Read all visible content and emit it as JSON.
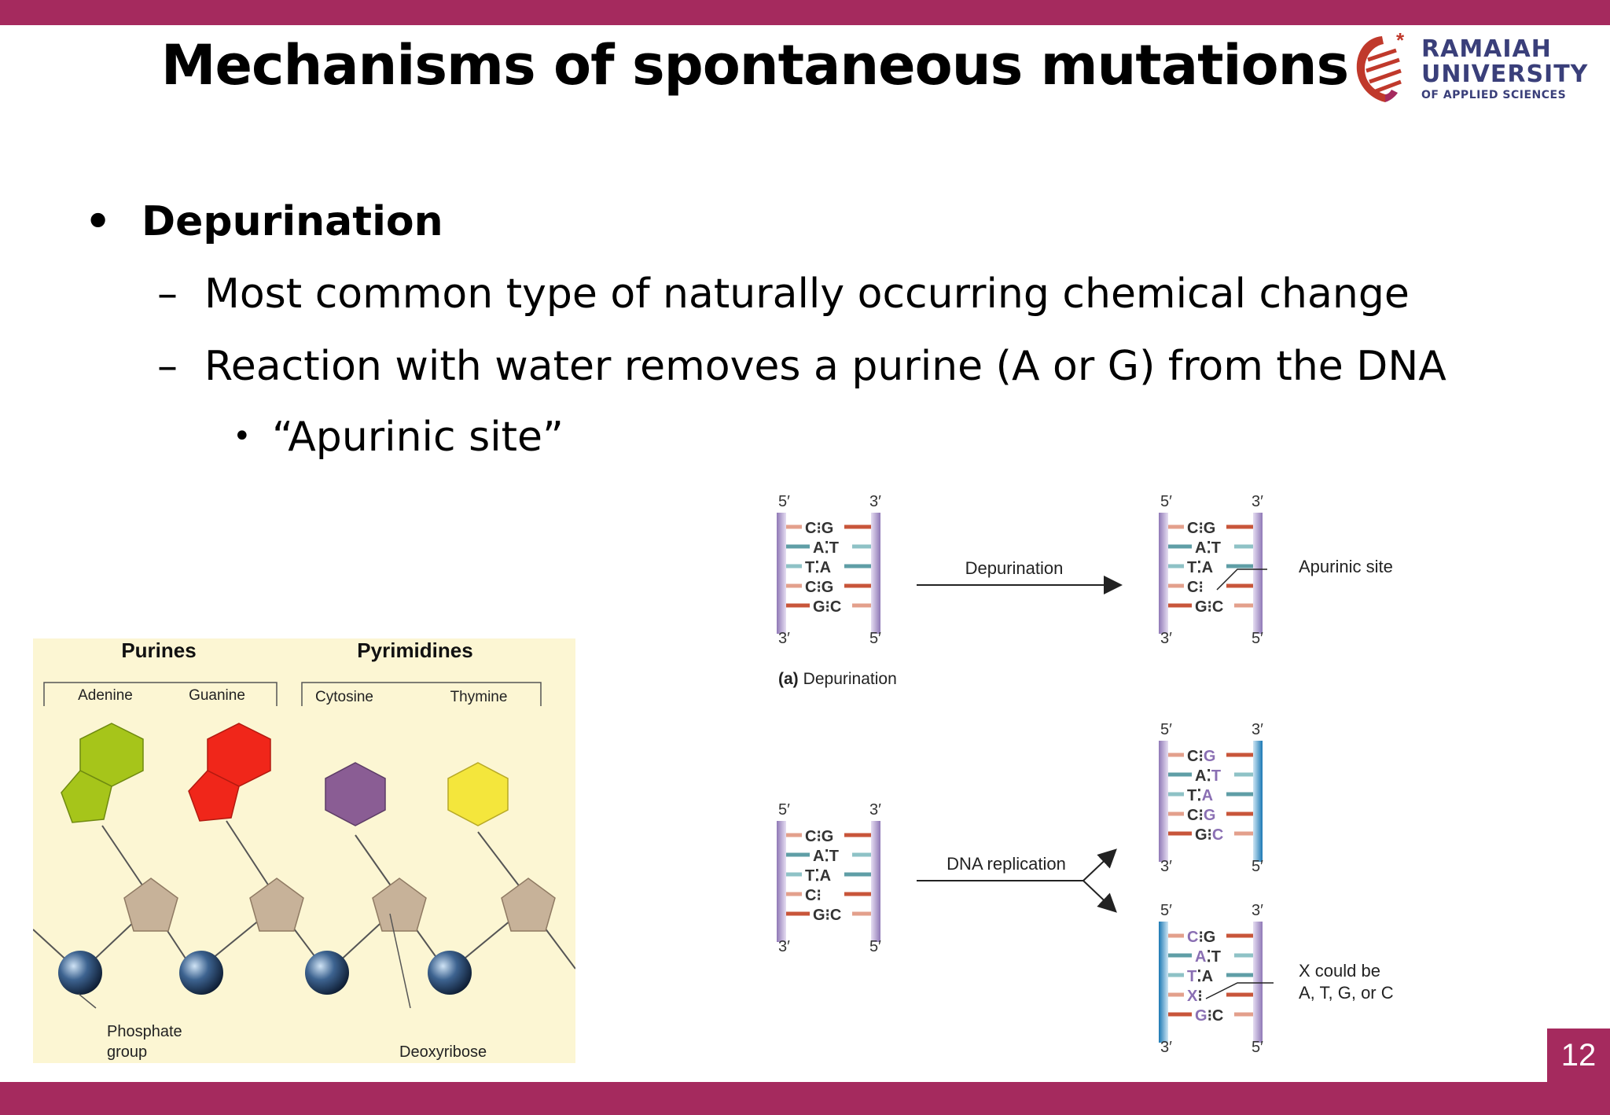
{
  "slide": {
    "title": "Mechanisms of spontaneous mutations",
    "page_number": "12"
  },
  "logo": {
    "line1": "RAMAIAH",
    "line2": "UNIVERSITY",
    "line3": "OF APPLIED SCIENCES"
  },
  "bullets": {
    "main": "Depurination",
    "sub1": "Most common type of naturally occurring chemical change",
    "sub2": "Reaction with water removes a purine (A or G) from the DNA",
    "sub3": "“Apurinic site”"
  },
  "nucleotides": {
    "purines": "Purines",
    "pyrimidines": "Pyrimidines",
    "adenine": "Adenine",
    "guanine": "Guanine",
    "cytosine": "Cytosine",
    "thymine": "Thymine",
    "phosphate": [
      "Phosphate",
      "group"
    ],
    "deoxyribose": "Deoxyribose"
  },
  "diagram": {
    "prime5": "5′",
    "prime3": "3′",
    "depurination_arrow": "Depurination",
    "apurinic_site": "Apurinic site",
    "caption_a_bold": "(a)",
    "caption_a": "Depurination",
    "replication_arrow": "DNA replication",
    "x_note": [
      "X could be",
      "A, T, G, or C"
    ]
  },
  "colors": {
    "brand": "#a52a5e",
    "adenine": "#a6c51a",
    "guanine": "#f0261a",
    "cytosine": "#8a5d94",
    "thymine": "#f4e63c",
    "sugar": "#c7b299",
    "strand_purple": "#9a84bd",
    "strand_blue": "#1a7fb8"
  }
}
